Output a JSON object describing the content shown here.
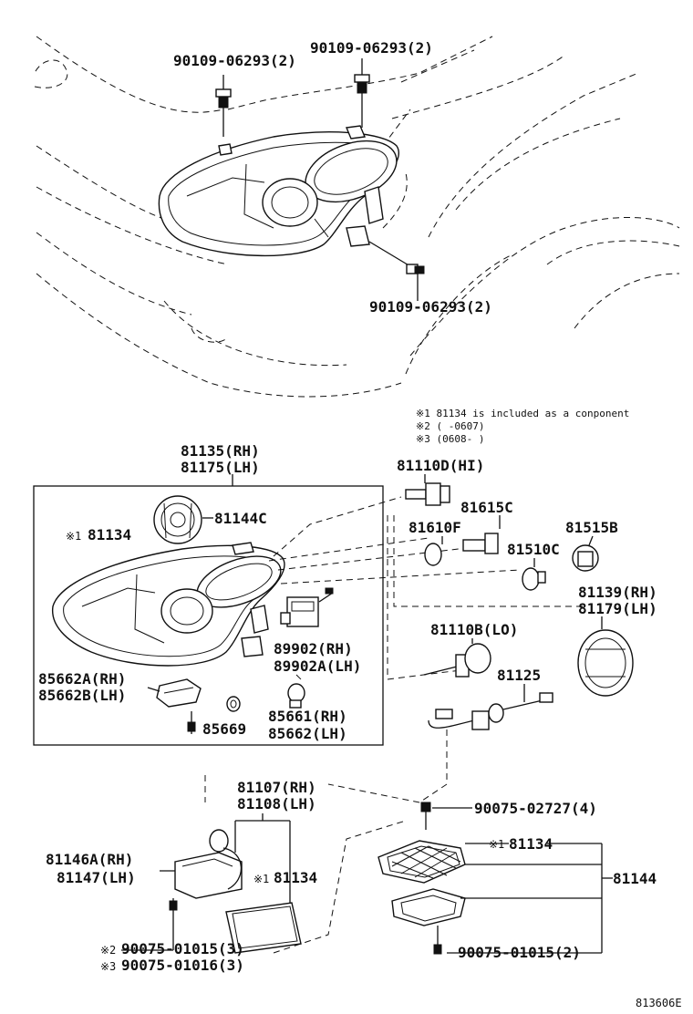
{
  "labels": {
    "bolt_top_left": "90109-06293(2)",
    "bolt_top_right": "90109-06293(2)",
    "bolt_side": "90109-06293(2)",
    "headlamp_assy_rh": "81135(RH)",
    "headlamp_assy_lh": "81175(LH)",
    "cover_81144c": "81144C",
    "unit_81134": "81134",
    "bulb_hi": "81110D(HI)",
    "socket_81615c": "81615C",
    "bulb_81610f": "81610F",
    "socket_81515b": "81515B",
    "bulb_81510c": "81510C",
    "cap_rh": "81139(RH)",
    "cap_lh": "81179(LH)",
    "bulb_lo": "81110B(LO)",
    "actuator_rh": "89902(RH)",
    "actuator_lh": "89902A(LH)",
    "bracket_rh": "85662A(RH)",
    "bracket_lh": "85662B(LH)",
    "motor_rh": "85661(RH)",
    "motor_lh": "85662(LH)",
    "ring_85669": "85669",
    "cord_81125": "81125",
    "screw_02727": "90075-02727(4)",
    "ballast_rh": "81107(RH)",
    "ballast_lh": "81108(LH)",
    "computer_rh": "81146A(RH)",
    "computer_lh": "81147(LH)",
    "unit_81134_ballast": "81134",
    "unit_81134_cover": "81134",
    "cover_81144": "81144",
    "screw_01015_b": "90075-01015(3)",
    "screw_01016": "90075-01016(3)",
    "screw_01015_r": "90075-01015(2)",
    "diagram_id": "813606E"
  },
  "notes": {
    "note1": "※1 81134 is included as a conponent",
    "note2": "※2 (     -0607)",
    "note3": "※3 (0608-     )"
  },
  "marks": {
    "m1": "※1",
    "m2": "※1",
    "m3": "※1",
    "m4": "※2",
    "m5": "※3"
  }
}
